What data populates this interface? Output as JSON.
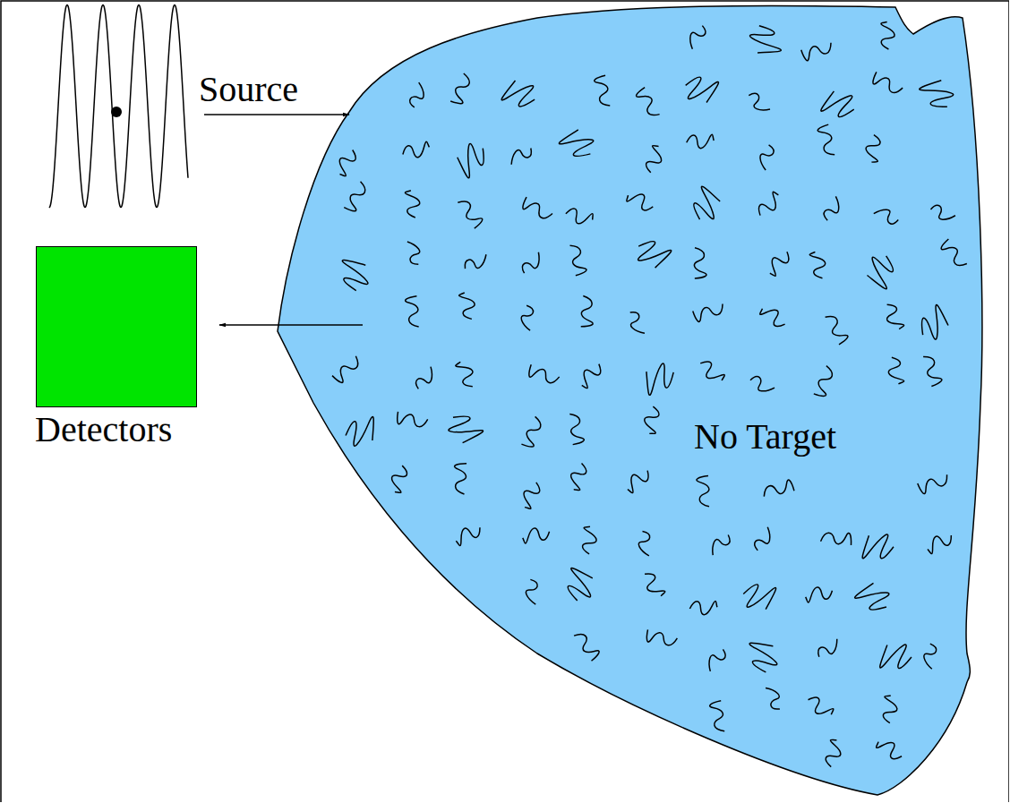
{
  "diagram": {
    "nodes": [
      {
        "text": [
          "Source"
        ]
      },
      {
        "text": [
          "Detectors"
        ]
      },
      {
        "text": [
          "No Target"
        ]
      }
    ],
    "edges": [
      {
        "from": 0,
        "to": 2,
        "arrow": "to"
      },
      {
        "from": 2,
        "to": 1,
        "arrow": "to"
      }
    ]
  }
}
